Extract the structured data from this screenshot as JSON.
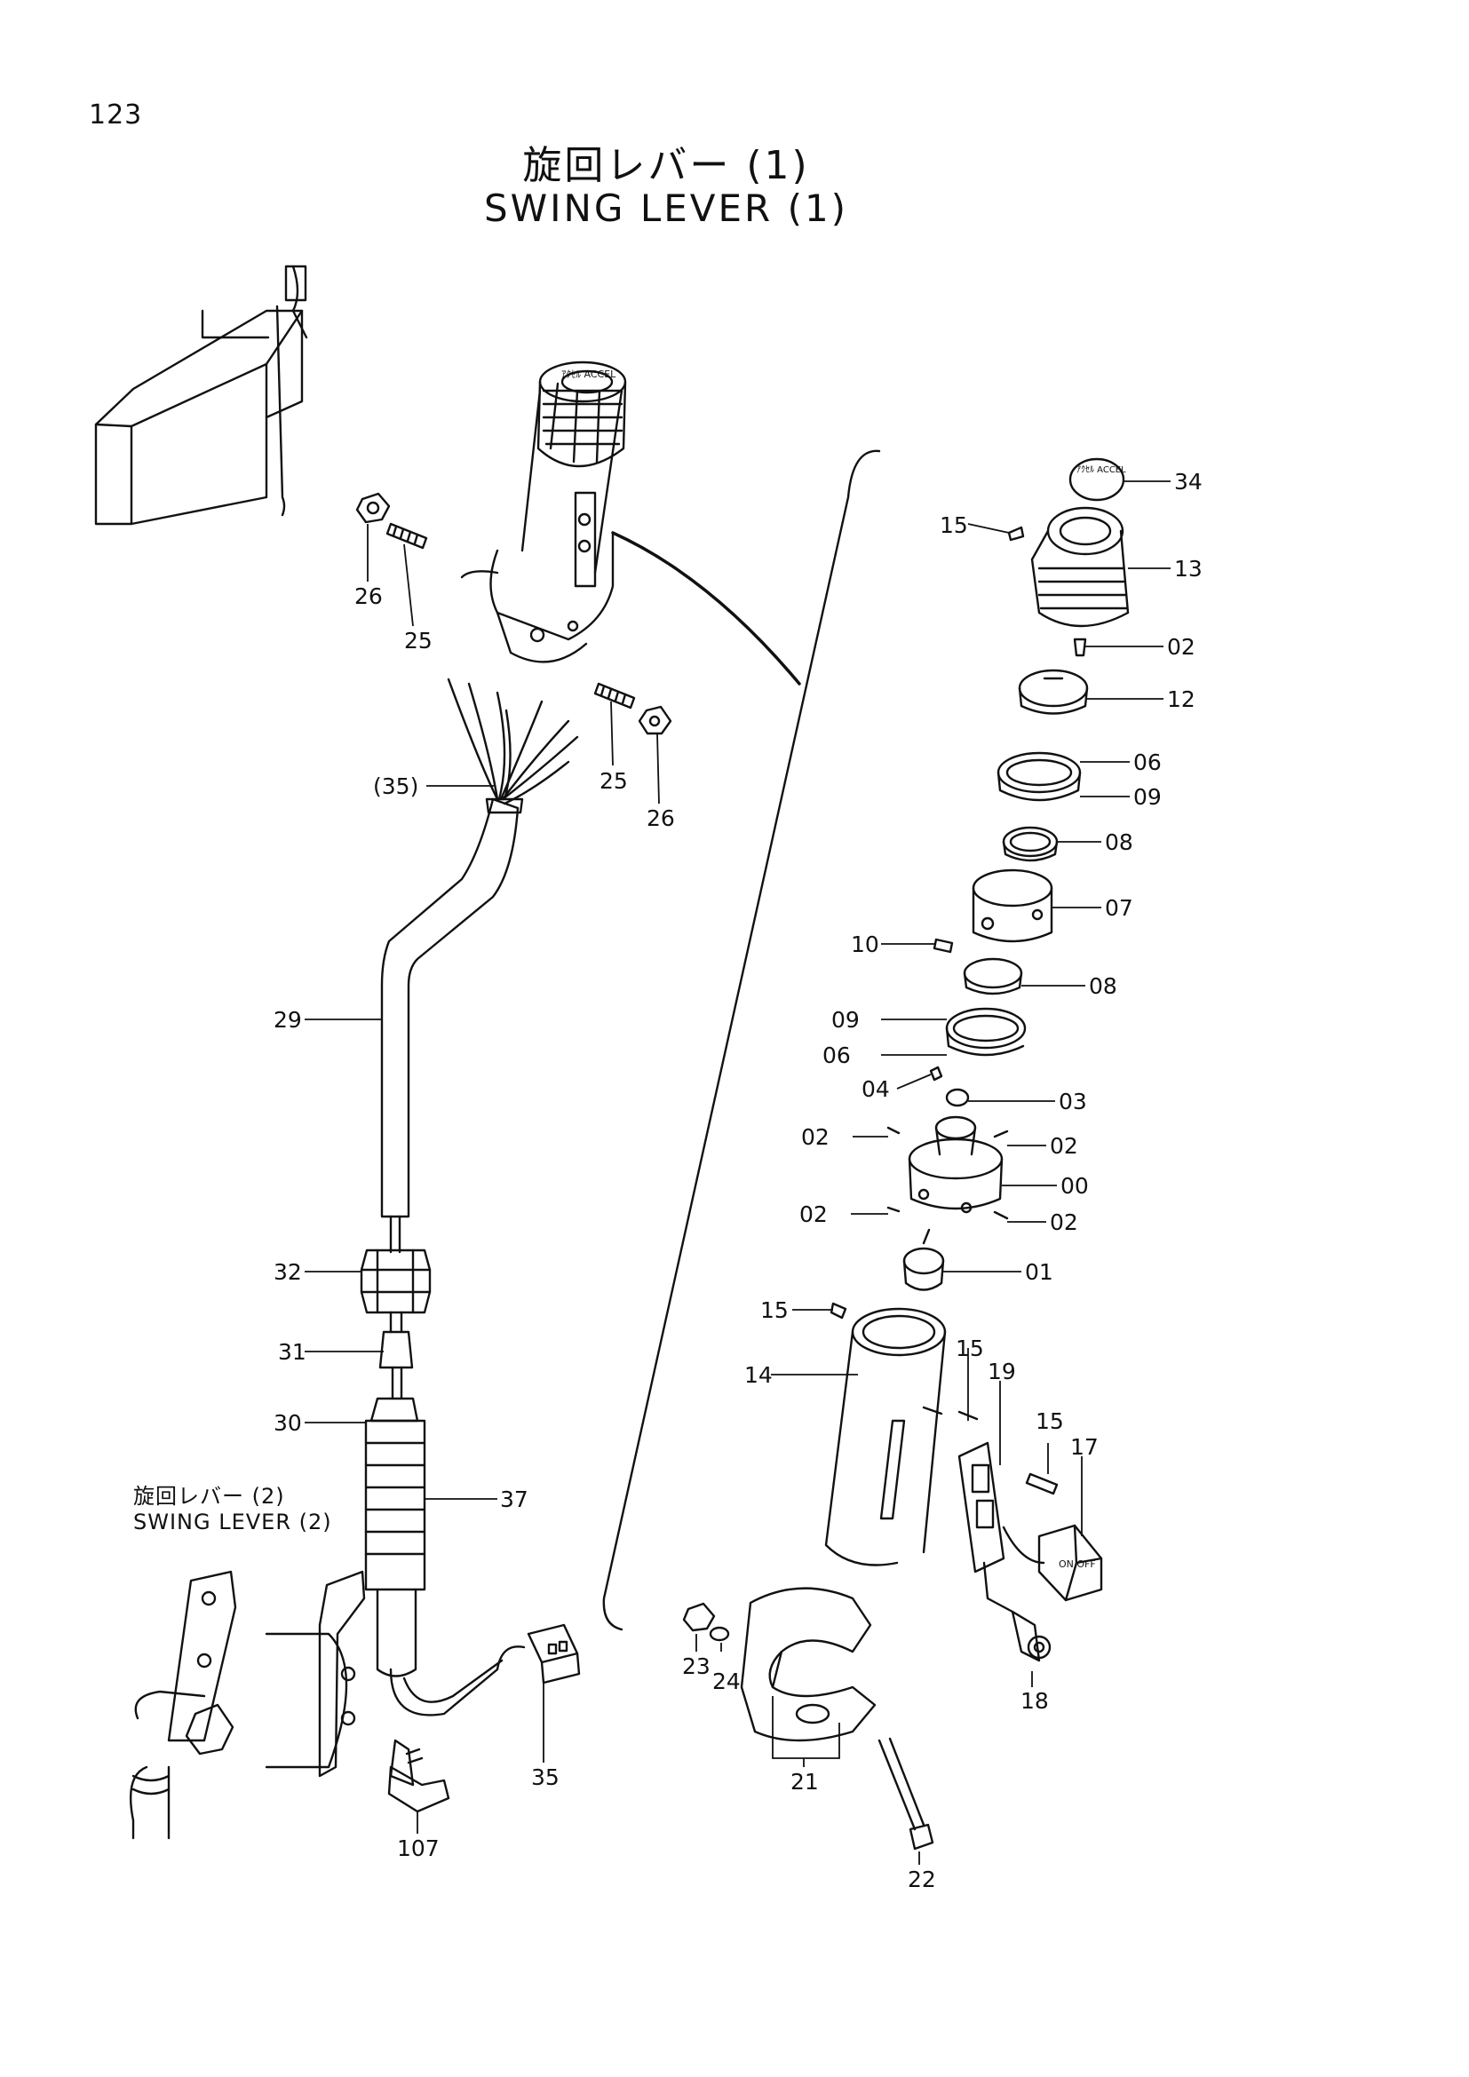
{
  "page_number": "123",
  "title_jp": "旋回レバー (1)",
  "title_en": "SWING LEVER (1)",
  "subassembly_jp": "旋回レバー (2)",
  "subassembly_en": "SWING LEVER (2)",
  "knob_label": "ｱｸｾﾙ ACCEL",
  "switch_label": "ON OFF",
  "callouts": [
    "26",
    "25",
    "25",
    "26",
    "(35)",
    "29",
    "32",
    "31",
    "30",
    "37",
    "35",
    "107",
    "34",
    "15",
    "13",
    "02",
    "12",
    "06",
    "09",
    "08",
    "07",
    "10",
    "08",
    "09",
    "06",
    "04",
    "03",
    "02",
    "02",
    "00",
    "02",
    "02",
    "01",
    "15",
    "14",
    "15",
    "19",
    "15",
    "17",
    "18",
    "23",
    "24",
    "21",
    "22"
  ]
}
